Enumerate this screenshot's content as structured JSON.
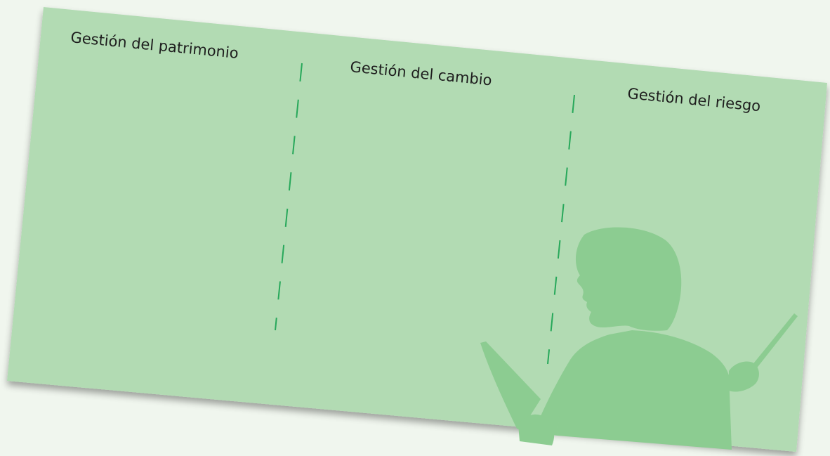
{
  "columns": [
    {
      "label": "Gestión del patrimonio"
    },
    {
      "label": "Gestión del cambio"
    },
    {
      "label": "Gestión del riesgo"
    }
  ],
  "colors": {
    "page_background": "#f0f6ee",
    "card": "#b2dbb3",
    "shadow": "#9fbf9c",
    "divider": "#27a85a",
    "silhouette": "#8ccc91",
    "text": "#1e1e1e"
  },
  "illustration": {
    "icon": "teacher-with-pointer-silhouette-icon"
  }
}
